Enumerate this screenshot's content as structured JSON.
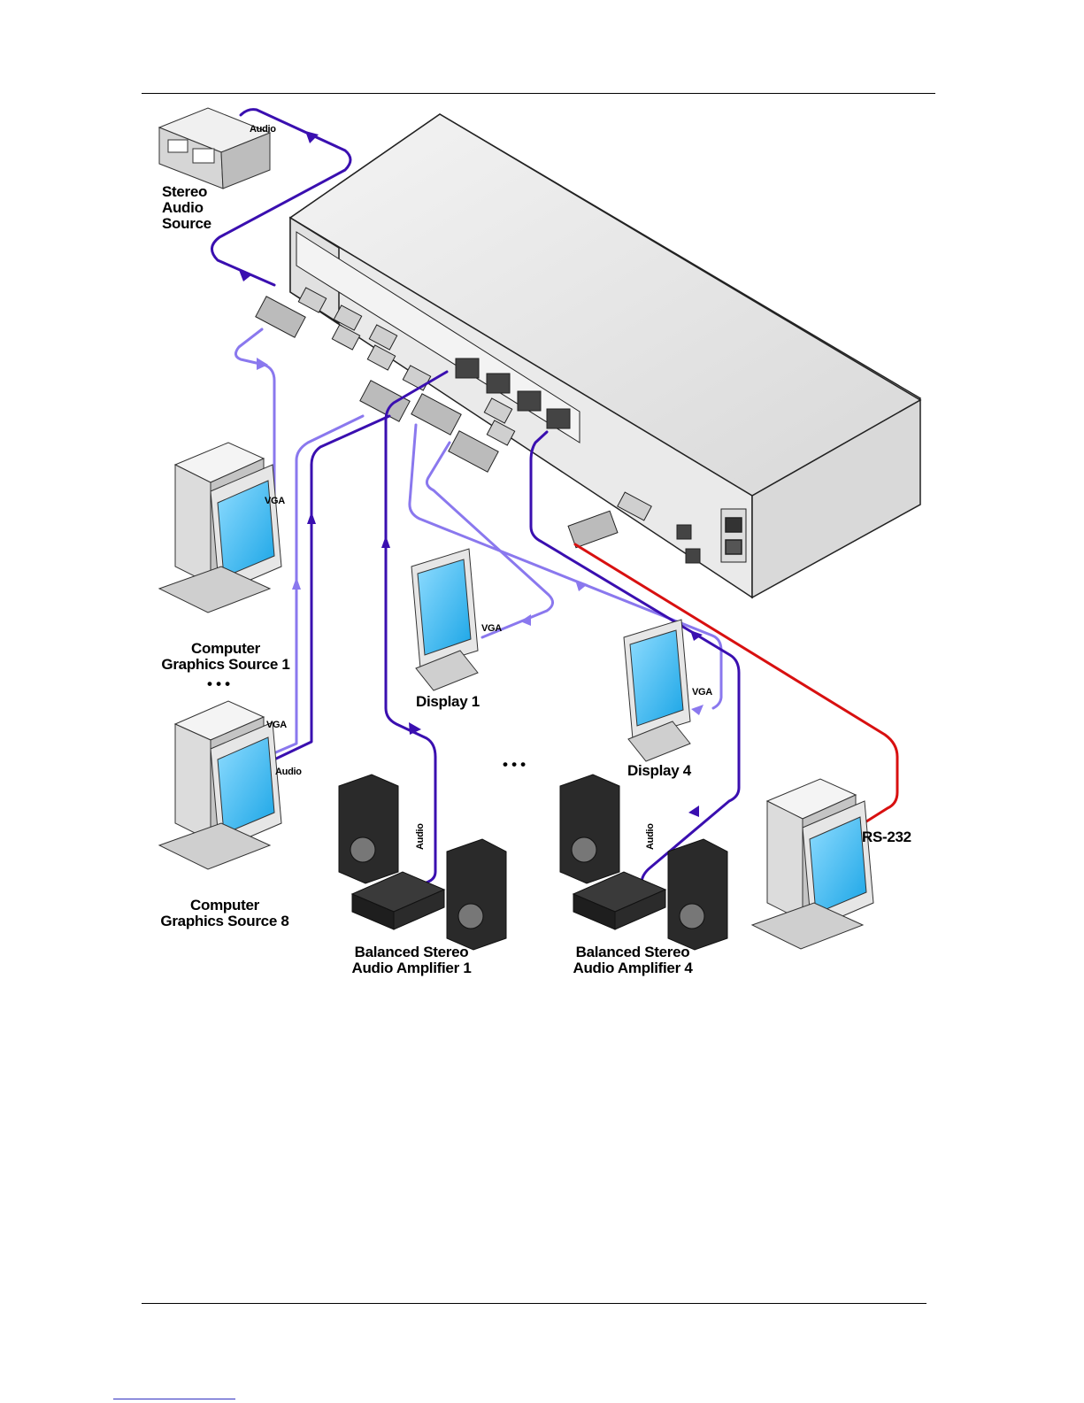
{
  "labels": {
    "stereo_audio_source": [
      "Stereo",
      "Audio",
      "Source"
    ],
    "computer_source_1": [
      "Computer",
      "Graphics Source 1"
    ],
    "computer_source_8": [
      "Computer",
      "Graphics Source 8"
    ],
    "display_1": "Display 1",
    "display_4": "Display 4",
    "amplifier_1": [
      "Balanced Stereo",
      "Audio Amplifier 1"
    ],
    "amplifier_4": [
      "Balanced Stereo",
      "Audio Amplifier 4"
    ],
    "rs232": "RS-232",
    "ellipsis": "• • •",
    "cable_audio": "Audio",
    "cable_vga": "VGA"
  },
  "colors": {
    "audio_cable": "#3a0fb0",
    "vga_cable": "#8a78ee",
    "rs232_cable": "#d81010",
    "device_body": "#e9e9e9",
    "screen": "#2fb7ef"
  },
  "icons": [
    "stereo-audio-source-icon",
    "matrix-switcher-icon",
    "computer-icon",
    "display-icon",
    "amplifier-icon",
    "speaker-icon"
  ]
}
